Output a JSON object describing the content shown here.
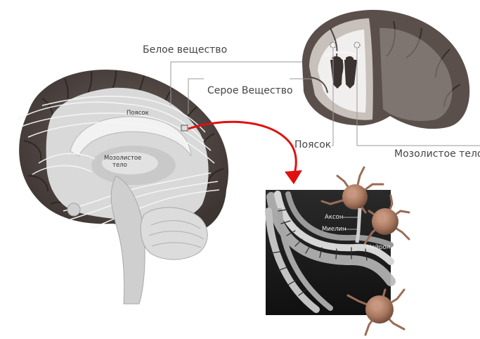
{
  "labels": {
    "white_matter": "Белое вещество",
    "gray_matter": "Серое Вещество",
    "cingulum": "Поясок",
    "corpus_callosum": "Мозолистое тело",
    "cingulum_small": "Поясок",
    "corpus_callosum_small_1": "Мозолистое",
    "corpus_callosum_small_2": "тело",
    "axon": "Аксон",
    "myelin": "Миелин",
    "neuron": "Нейрон"
  },
  "colors": {
    "cortex": "#5a4f4b",
    "white_matter": "#e4e4e4",
    "arrow": "#e01010",
    "inset_bg": "#1c1c1c",
    "neuron": "#a6765e"
  }
}
